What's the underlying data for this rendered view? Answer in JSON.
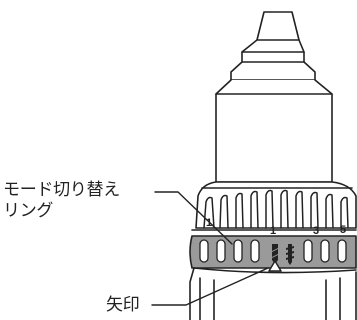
{
  "callouts": {
    "mode_ring_line1": "モード切り替え",
    "mode_ring_line2": "リング",
    "arrow_mark": "矢印"
  },
  "dial": {
    "numbers": [
      "1",
      "3",
      "5"
    ],
    "number_partial_left": "1"
  },
  "colors": {
    "ink": "#222222",
    "ring_band": "#9a9a9a",
    "body": "#ffffff"
  }
}
